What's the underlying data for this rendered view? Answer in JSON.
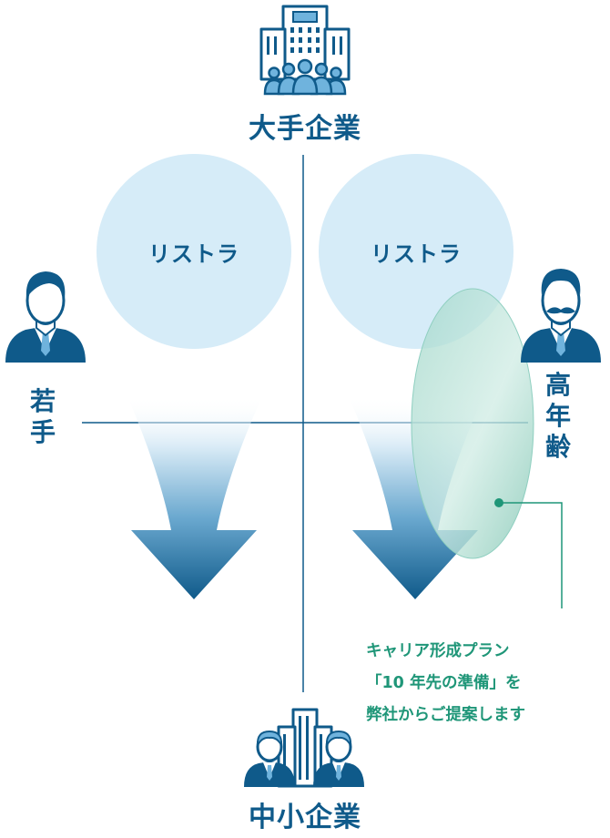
{
  "labels": {
    "top": "大手企業",
    "bottom": "中小企業",
    "left": [
      "若",
      "手"
    ],
    "right": [
      "高",
      "年",
      "齢"
    ]
  },
  "circles": {
    "left": "リストラ",
    "right": "リストラ"
  },
  "note": {
    "lines": [
      "キャリア形成プラン",
      "「10 年先の準備」を",
      "弊社からご提案します"
    ]
  },
  "icons": {
    "top": "office-buildings-group-icon",
    "bottom": "small-office-people-icon",
    "left": "young-businessman-icon",
    "right": "senior-businessman-mustache-icon"
  },
  "colors": {
    "primary": "#0f5a8a",
    "circle": "#d6ecf8",
    "accent": "#1f9678",
    "oval": "#8fcfc0"
  }
}
